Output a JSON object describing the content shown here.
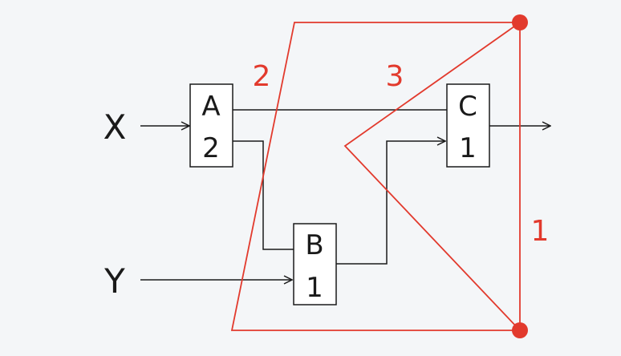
{
  "inputs": {
    "x": "X",
    "y": "Y"
  },
  "boxes": {
    "a": {
      "name": "A",
      "value": "2"
    },
    "b": {
      "name": "B",
      "value": "1"
    },
    "c": {
      "name": "C",
      "value": "1"
    }
  },
  "cuts": {
    "one": "1",
    "two": "2",
    "three": "3"
  },
  "colors": {
    "cut": "#e23a2d",
    "wire": "#1a1a1a",
    "background": "#f4f6f8"
  }
}
